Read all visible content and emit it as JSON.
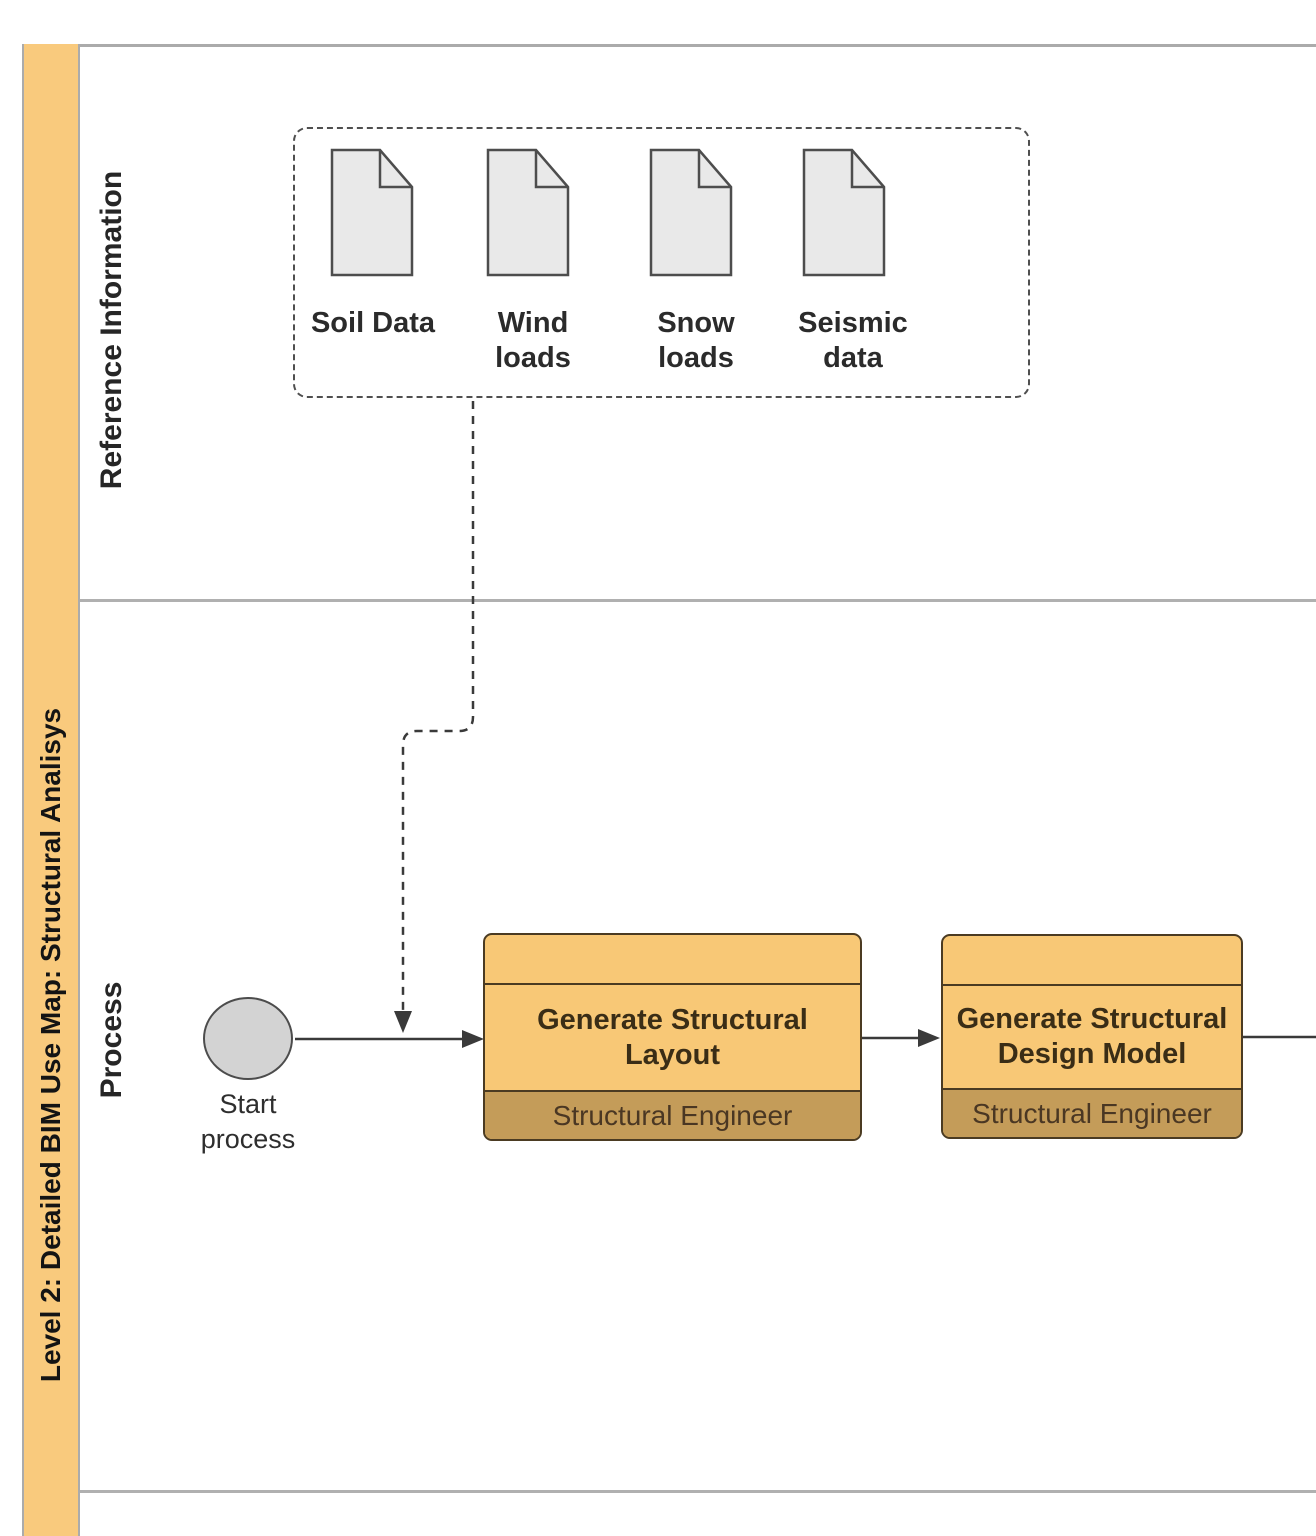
{
  "pool": {
    "title": "Level 2: Detailed BIM Use Map: Structural Analisys"
  },
  "lanes": {
    "reference": {
      "label": "Reference Information"
    },
    "process": {
      "label": "Process"
    }
  },
  "reference_group": {
    "documents": [
      {
        "icon": "document-icon",
        "label": "Soil Data"
      },
      {
        "icon": "document-icon",
        "label": "Wind\nloads"
      },
      {
        "icon": "document-icon",
        "label": "Snow\nloads"
      },
      {
        "icon": "document-icon",
        "label": "Seismic\ndata"
      }
    ]
  },
  "process_flow": {
    "start_event": {
      "label": "Start\nprocess"
    },
    "tasks": [
      {
        "title": "Generate Structural\nLayout",
        "role": "Structural Engineer"
      },
      {
        "title": "Generate Structural\nDesign Model",
        "role": "Structural Engineer"
      }
    ]
  },
  "colors": {
    "pool_band": "#F9CA7D",
    "lane_border": "#ABABAB",
    "task_fill": "#F8C876",
    "task_border": "#4B3B22",
    "task_role_fill": "#C49C59",
    "document_fill": "#E9E9E9",
    "shape_stroke": "#4D4D4D",
    "start_event_fill": "#D3D3D3",
    "connector": "#3A3A3A",
    "text_dark": "#2B2B2B"
  }
}
